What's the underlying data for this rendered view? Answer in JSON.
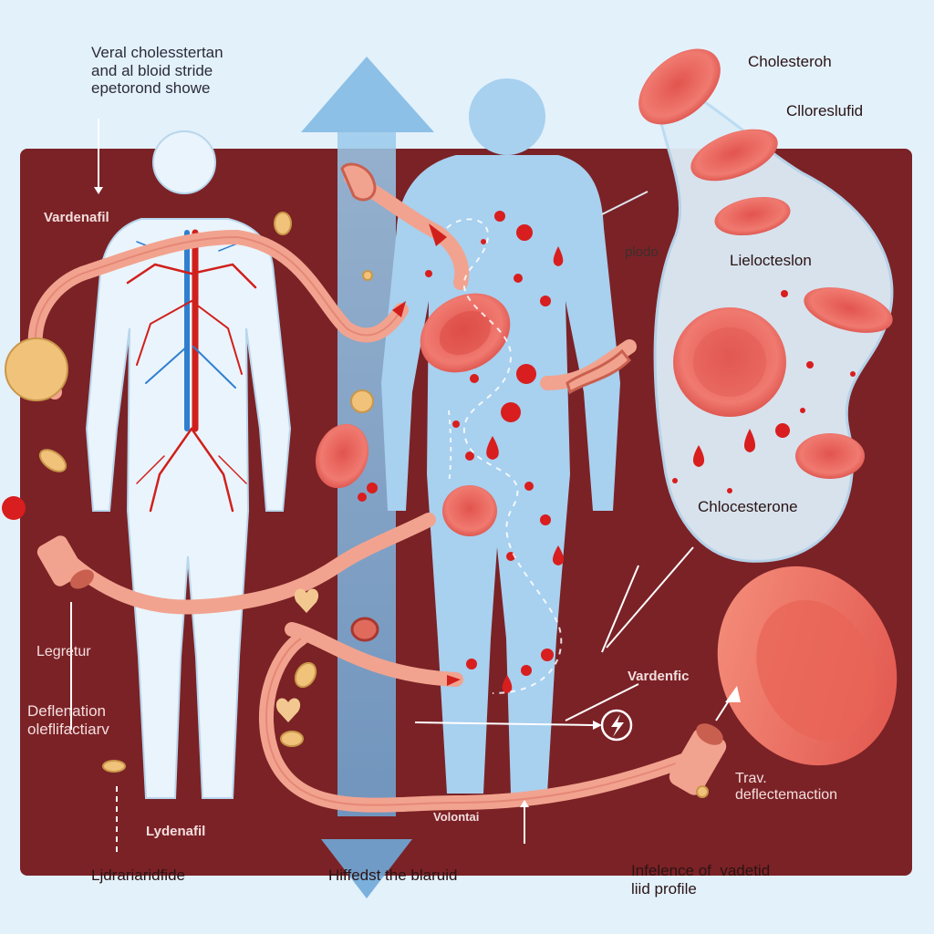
{
  "labels": {
    "top_left_note": "Veral cholesstertan\nand al bloid stride\nepetorond showe",
    "vardenafil_left": "Vardenafil",
    "legretur": "Legretur",
    "deflection_block": "Deflenation\noleflifactiarv",
    "lydenafil": "Lydenafil",
    "bottom_left": "Ljdrariaridfide",
    "bottom_middle": "Hiffedst the blaruid",
    "bottom_right": "Infelence of  vadetid\nliid profile",
    "cholesteroh": "Cholesteroh",
    "chlorestufid": "Clloreslufid",
    "plodo": "plodo",
    "lielocteson": "Lielocteslon",
    "chlocesterone": "Chlocesterone",
    "vardenfic": "Vardenfic",
    "travel_block": "Trav.\ndeflectemaction",
    "volentai": "Volontai"
  },
  "colors": {
    "page_bg": "#e3f1fb",
    "panel_bg": "#7b2226",
    "blood_cell": "#e8605a",
    "vessel": "#f2a38f",
    "silhouette_front": "#eaf4fc",
    "silhouette_back": "#a8d0ef",
    "arrow": "#8cc0e6",
    "droplet": "#d81e1e"
  },
  "icons": [
    "lightning-icon",
    "blood-droplet-icon",
    "red-blood-cell-icon",
    "heart-icon"
  ]
}
